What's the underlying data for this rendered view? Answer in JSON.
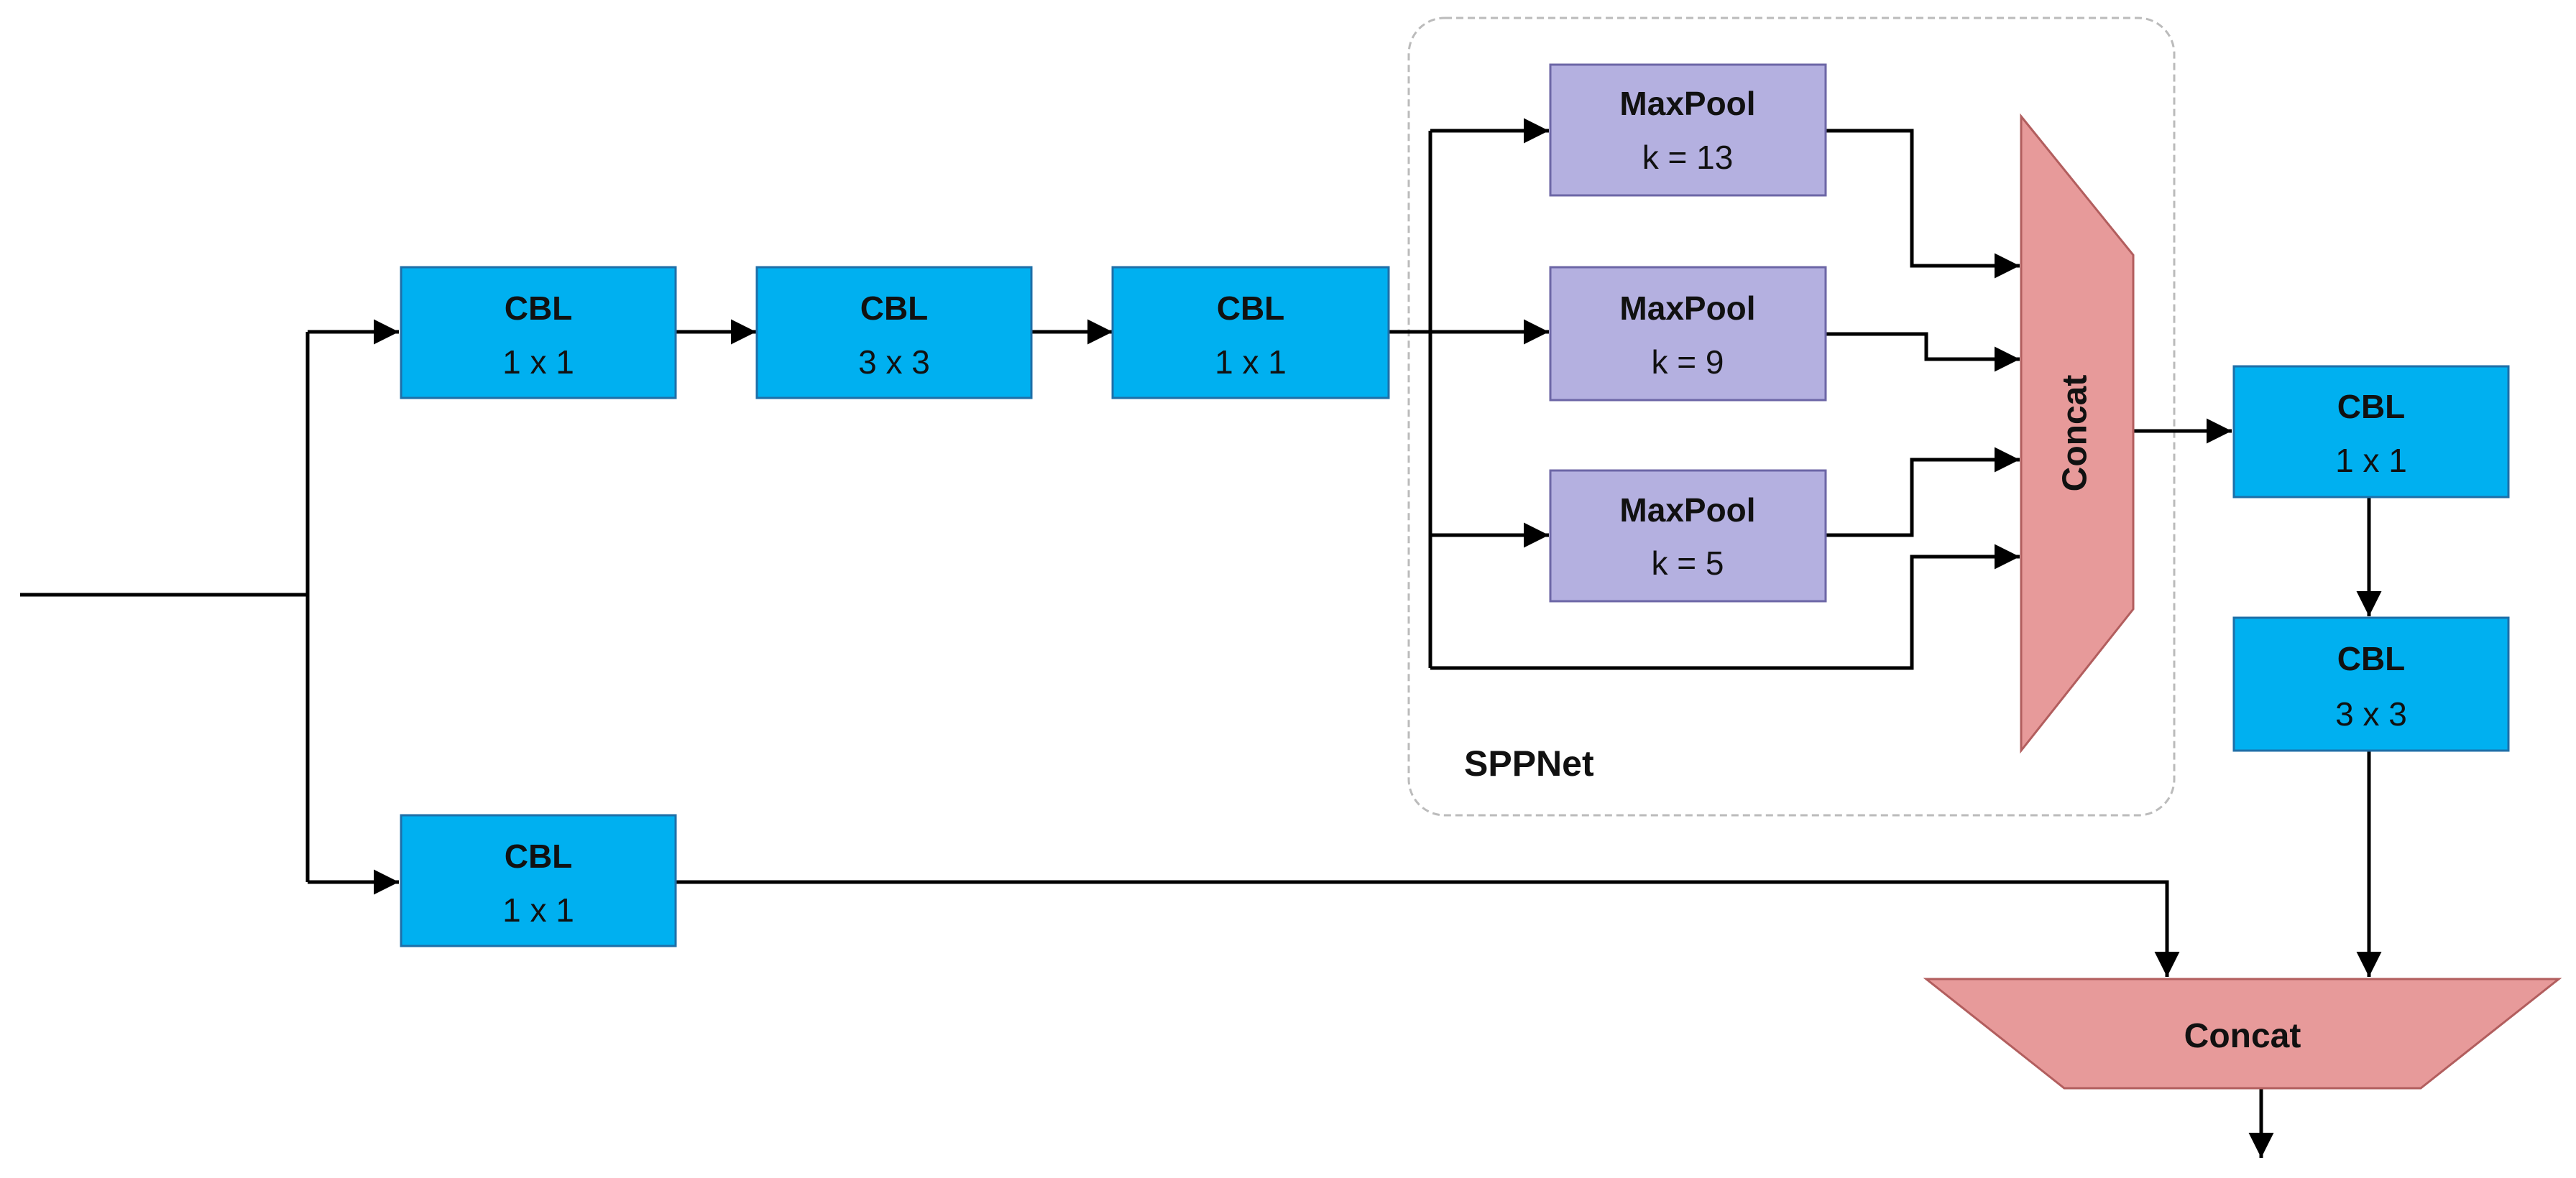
{
  "colors": {
    "cbl_fill": "#00b0f0",
    "cbl_stroke": "#1e6fa8",
    "maxpool_fill": "#b4b0e0",
    "maxpool_stroke": "#6c66a6",
    "concat_fill": "#e79a9a",
    "concat_stroke": "#b25e5e",
    "group_border": "#bbbbbb",
    "line": "#000000"
  },
  "group": {
    "label": "SPPNet"
  },
  "blocks": {
    "cbl_top_1": {
      "title": "CBL",
      "sub": "1 x 1"
    },
    "cbl_top_2": {
      "title": "CBL",
      "sub": "3 x 3"
    },
    "cbl_top_3": {
      "title": "CBL",
      "sub": "1 x 1"
    },
    "cbl_bottom": {
      "title": "CBL",
      "sub": "1 x 1"
    },
    "cbl_right_1": {
      "title": "CBL",
      "sub": "1 x 1"
    },
    "cbl_right_2": {
      "title": "CBL",
      "sub": "3 x 3"
    },
    "maxpool_13": {
      "title": "MaxPool",
      "sub": "k = 13"
    },
    "maxpool_9": {
      "title": "MaxPool",
      "sub": "k = 9"
    },
    "maxpool_5": {
      "title": "MaxPool",
      "sub": "k = 5"
    }
  },
  "concat": {
    "vertical_label": "Concat",
    "horizontal_label": "Concat"
  }
}
